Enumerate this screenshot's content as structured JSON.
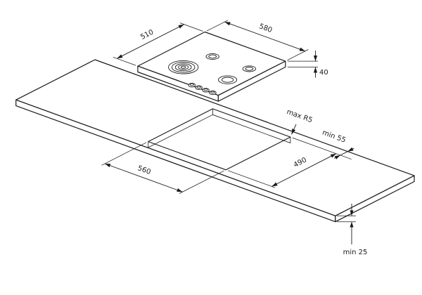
{
  "dimensions": {
    "hob_depth": "510",
    "hob_width": "580",
    "hob_thickness": "40",
    "cutout_width": "560",
    "cutout_depth": "490",
    "corner_radius": "max R5",
    "edge_distance": "min 55",
    "worktop_thickness": "min 25"
  },
  "colors": {
    "line": "#1a1a1a",
    "surface": "#ffffff"
  }
}
